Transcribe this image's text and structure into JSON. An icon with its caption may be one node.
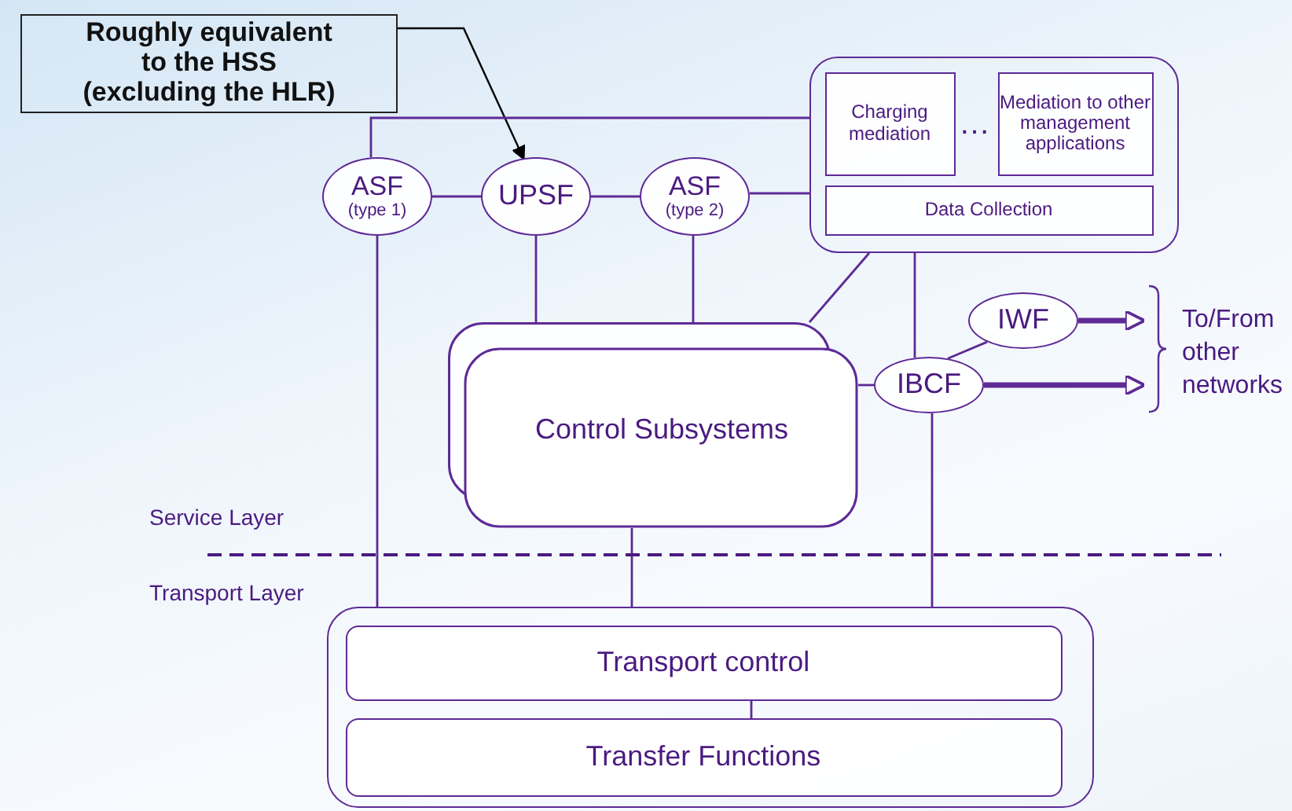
{
  "diagram": {
    "nodes": [
      {
        "text": [
          "Roughly equivalent to the HSS (excluding the HLR)"
        ]
      },
      {
        "text": [
          "ASF",
          "(type 1)"
        ]
      },
      {
        "text": [
          "UPSF"
        ]
      },
      {
        "text": [
          "ASF",
          "(type 2)"
        ]
      },
      {
        "text": [],
        "shape": "box"
      },
      {
        "text": [
          "Charging mediation"
        ],
        "in": 4
      },
      {
        "text": [
          "Mediation to other management applications"
        ],
        "in": 4
      },
      {
        "text": [
          "Data Collection"
        ],
        "in": 4
      },
      {
        "text": [
          "Control Subsystems"
        ]
      },
      {
        "text": [
          "IWF"
        ]
      },
      {
        "text": [
          "IBCF"
        ]
      },
      {
        "text": [],
        "shape": "box"
      },
      {
        "text": [
          "Transport control"
        ],
        "in": 11
      },
      {
        "text": [
          "Transfer Functions"
        ],
        "in": 11
      }
    ],
    "edges": [
      {
        "from": 0,
        "to": 2,
        "arrow": "to",
        "color": "#000000"
      },
      {
        "from": 1,
        "to": 4,
        "arrow": "none"
      },
      {
        "from": 1,
        "to": 2,
        "arrow": "none"
      },
      {
        "from": 2,
        "to": 3,
        "arrow": "none"
      },
      {
        "from": 3,
        "to": 4,
        "arrow": "none"
      },
      {
        "from": 1,
        "to": 11,
        "arrow": "none"
      },
      {
        "from": 2,
        "to": 8,
        "arrow": "none"
      },
      {
        "from": 3,
        "to": 8,
        "arrow": "none"
      },
      {
        "from": 4,
        "to": 8,
        "arrow": "none"
      },
      {
        "from": 4,
        "to": 10,
        "arrow": "none"
      },
      {
        "from": 10,
        "to": 9,
        "arrow": "none"
      },
      {
        "from": 8,
        "to": 10,
        "arrow": "none"
      },
      {
        "from": 9,
        "to": null,
        "arrow": "to",
        "style": "thick"
      },
      {
        "from": 10,
        "to": null,
        "arrow": "to",
        "style": "thick"
      },
      {
        "from": 8,
        "to": 11,
        "arrow": "none"
      },
      {
        "from": 10,
        "to": 11,
        "arrow": "none"
      },
      {
        "from": 12,
        "to": 13,
        "arrow": "none"
      }
    ],
    "labels": [
      "…",
      "To/From other networks",
      "Service Layer",
      "Transport Layer"
    ]
  }
}
